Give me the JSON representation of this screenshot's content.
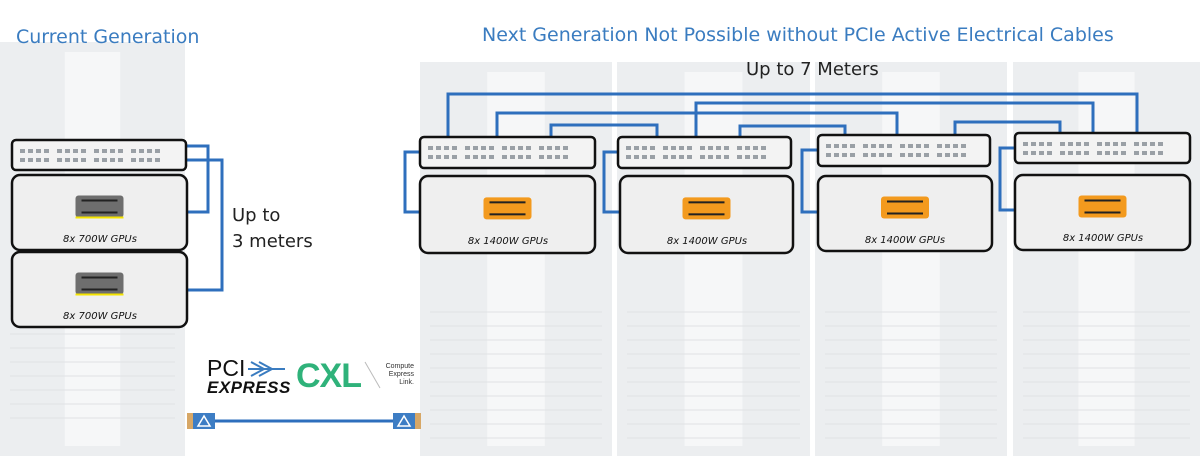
{
  "titles": {
    "current": "Current Generation",
    "next": "Next Generation Not Possible without PCIe Active Electrical Cables"
  },
  "current": {
    "distance_line1": "Up to",
    "distance_line2": "3 meters",
    "gpu_labels": [
      "8x 700W GPUs",
      "8x 700W GPUs"
    ],
    "gpu_color": "#6e6e6e"
  },
  "next": {
    "distance": "Up to 7 Meters",
    "gpu_labels": [
      "8x 1400W GPUs",
      "8x 1400W GPUs",
      "8x 1400W GPUs",
      "8x 1400W GPUs"
    ],
    "gpu_color": "#f39a1e"
  },
  "logos": {
    "pci_line1": "PCI",
    "pci_line2": "EXPRESS",
    "cxl": "CXL",
    "cxl_sub": [
      "Compute",
      "Express",
      "Link."
    ]
  },
  "colors": {
    "title": "#3a7cc0",
    "cable": "#2e6fbd",
    "cxl": "#2fb27a"
  }
}
